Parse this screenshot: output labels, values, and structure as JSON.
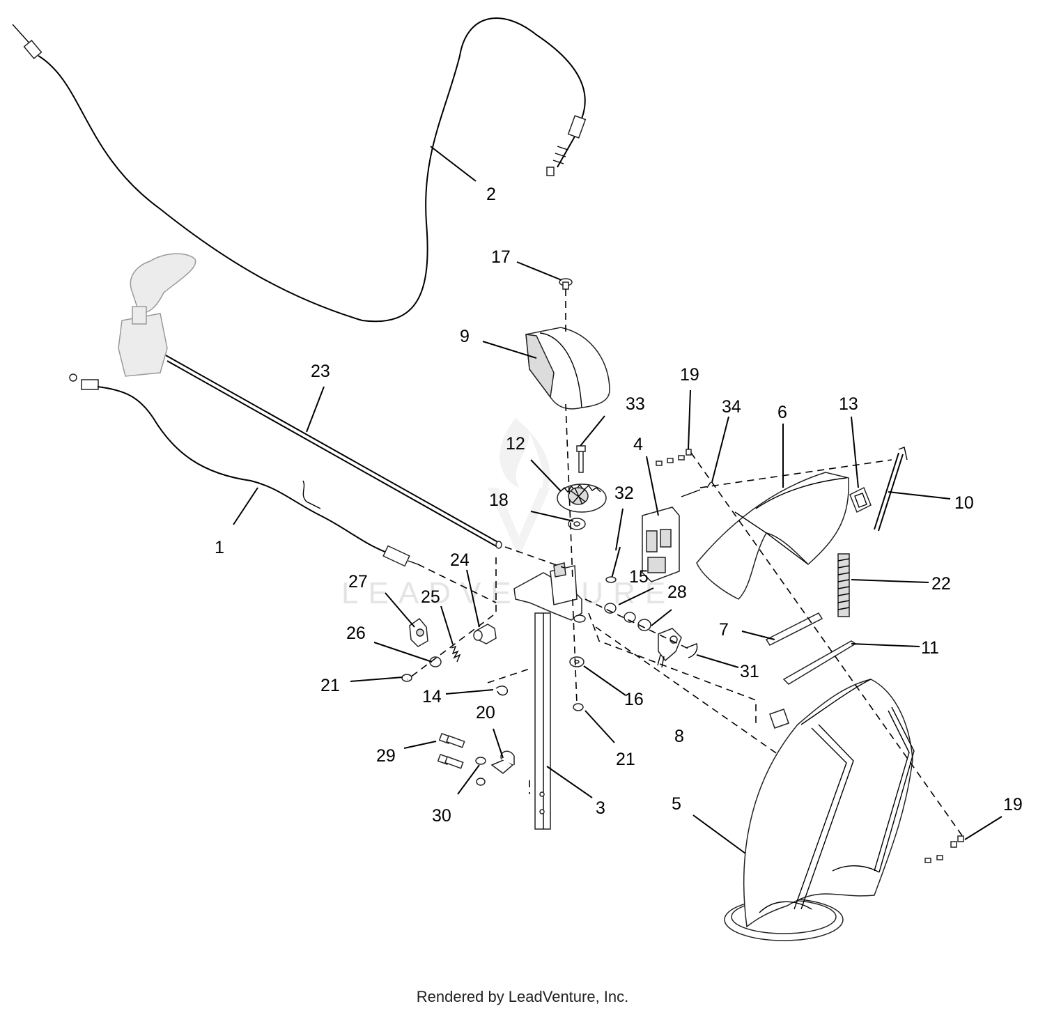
{
  "diagram": {
    "callouts": [
      "1",
      "2",
      "3",
      "4",
      "5",
      "6",
      "7",
      "8",
      "9",
      "10",
      "11",
      "12",
      "13",
      "14",
      "15",
      "16",
      "17",
      "18",
      "19",
      "19",
      "20",
      "21",
      "21",
      "22",
      "23",
      "24",
      "25",
      "26",
      "27",
      "28",
      "29",
      "30",
      "31",
      "32",
      "33",
      "34"
    ],
    "watermark": "LEADVENTURE"
  },
  "footer": {
    "text": "Rendered by LeadVenture, Inc."
  }
}
